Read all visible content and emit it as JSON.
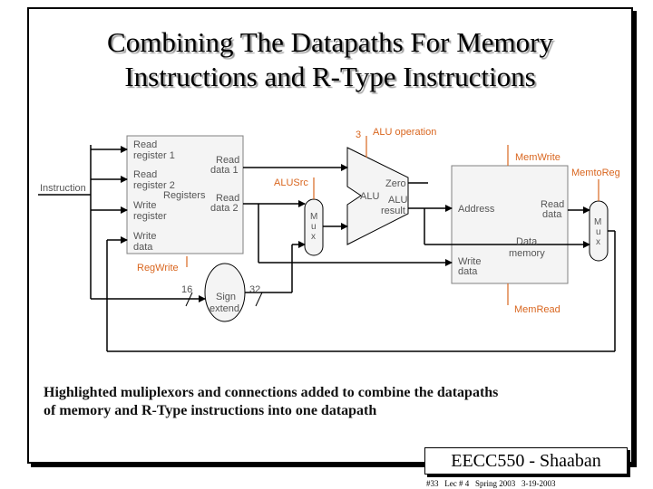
{
  "slide": {
    "title_line1": "Combining The Datapaths For Memory",
    "title_line2": "Instructions and R-Type Instructions",
    "caption_line1": "Highlighted muliplexors and connections added to combine the datapaths",
    "caption_line2": "of memory and R-Type  instructions into one datapath",
    "brand": "EECC550 - Shaaban",
    "footer": "#33   Lec # 4   Spring 2003   3-19-2003"
  },
  "diagram": {
    "instruction": "Instruction",
    "registers": {
      "read_reg1_l1": "Read",
      "read_reg1_l2": "register 1",
      "read_reg2_l1": "Read",
      "read_reg2_l2": "register 2",
      "write_reg_l1": "Write",
      "write_reg_l2": "register",
      "write_data_l1": "Write",
      "write_data_l2": "data",
      "read_data1_l1": "Read",
      "read_data1_l2": "data 1",
      "read_data2_l1": "Read",
      "read_data2_l2": "data 2",
      "name": "Registers"
    },
    "reg_write": "RegWrite",
    "sign_extend_l1": "Sign",
    "sign_extend_l2": "extend",
    "bits_in": "16",
    "bits_out": "32",
    "alu_src": "ALUSrc",
    "mux_m": "M",
    "mux_u": "u",
    "mux_x": "x",
    "alu_op_bits": "3",
    "alu_operation": "ALU operation",
    "alu_zero": "Zero",
    "alu_name": "ALU",
    "alu_result_l1": "ALU",
    "alu_result_l2": "result",
    "mem_write": "MemWrite",
    "mem_to_reg": "MemtoReg",
    "mem_read": "MemRead",
    "data_memory": {
      "address": "Address",
      "read_data_l1": "Read",
      "read_data_l2": "data",
      "name_l1": "Data",
      "name_l2": "memory",
      "write_data_l1": "Write",
      "write_data_l2": "data"
    },
    "colors": {
      "control": "#d9661f",
      "wire": "#000000",
      "block_outline": "#808080"
    }
  }
}
